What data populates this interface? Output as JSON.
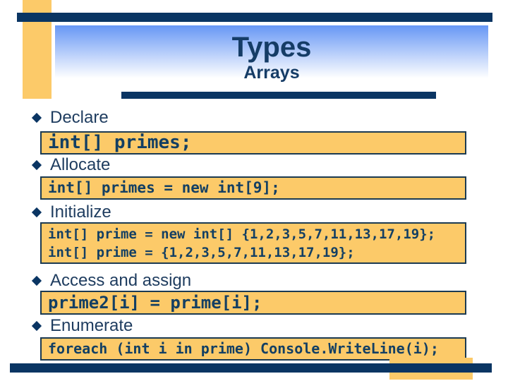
{
  "slide": {
    "title": "Types",
    "subtitle": "Arrays"
  },
  "colors": {
    "navy": "#0A3563",
    "yellow": "#FCCA69",
    "box-border": "#1B3A52",
    "code-text": "#133F63",
    "heading-text": "#1E3C5F",
    "title-text": "#153C66",
    "gradient-top": "#6797F5"
  },
  "sections": [
    {
      "heading": "Declare",
      "code": [
        "int[] primes;"
      ]
    },
    {
      "heading": "Allocate",
      "code": [
        "int[] primes = new int[9];"
      ]
    },
    {
      "heading": "Initialize",
      "code": [
        "int[] prime = new int[] {1,2,3,5,7,11,13,17,19};",
        "int[] prime = {1,2,3,5,7,11,13,17,19};"
      ]
    },
    {
      "heading": "Access and assign",
      "code": [
        "prime2[i] = prime[i];"
      ]
    },
    {
      "heading": "Enumerate",
      "code": [
        "foreach (int i in prime) Console.WriteLine(i);"
      ]
    }
  ]
}
